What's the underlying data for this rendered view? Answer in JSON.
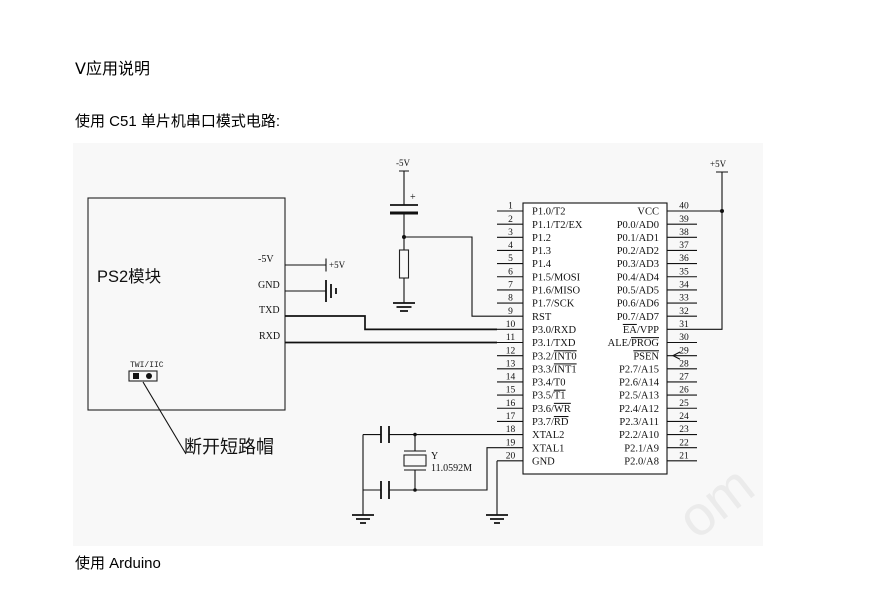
{
  "document": {
    "heading": "Ⅴ应用说明",
    "intro": "使用 C51 单片机串口模式电路:",
    "next_section": "使用 Arduino"
  },
  "schematic": {
    "ps2_module": {
      "title": "PS2模块",
      "pin_labels": {
        "power": "-5V",
        "ground": "GND",
        "tx": "TXD",
        "rx": "RXD"
      },
      "supply_label": "+5V",
      "jumper_label": "TWI/IIC",
      "jumper_note": "断开短路帽"
    },
    "reset_circuit": {
      "supply_label": "-5V",
      "capacitor_polarity": "+"
    },
    "mcu_supply_label": "+5V",
    "crystal": {
      "ref": "Y",
      "value": "11.0592M"
    },
    "mcu": {
      "left_pins": [
        {
          "num": "1",
          "text": "P1.0/T2"
        },
        {
          "num": "2",
          "text": "P1.1/T2/EX"
        },
        {
          "num": "3",
          "text": "P1.2"
        },
        {
          "num": "4",
          "text": "P1.3"
        },
        {
          "num": "5",
          "text": "P1.4"
        },
        {
          "num": "6",
          "text": "P1.5/MOSI"
        },
        {
          "num": "7",
          "text": "P1.6/MISO"
        },
        {
          "num": "8",
          "text": "P1.7/SCK"
        },
        {
          "num": "9",
          "text": "RST"
        },
        {
          "num": "10",
          "text": "P3.0/RXD"
        },
        {
          "num": "11",
          "text": "P3.1/TXD"
        },
        {
          "num": "12",
          "text": "P3.2/",
          "overbar": "INT0"
        },
        {
          "num": "13",
          "text": "P3.3/",
          "overbar": "INT1"
        },
        {
          "num": "14",
          "text": "P3.4/T0"
        },
        {
          "num": "15",
          "text": "P3.5/",
          "overbar": "T1"
        },
        {
          "num": "16",
          "text": "P3.6/",
          "overbar": "WR"
        },
        {
          "num": "17",
          "text": "P3.7/",
          "overbar": "RD"
        },
        {
          "num": "18",
          "text": "XTAL2"
        },
        {
          "num": "19",
          "text": "XTAL1"
        },
        {
          "num": "20",
          "text": "GND"
        }
      ],
      "right_pins": [
        {
          "num": "40",
          "text": "VCC"
        },
        {
          "num": "39",
          "text": "P0.0/AD0"
        },
        {
          "num": "38",
          "text": "P0.1/AD1"
        },
        {
          "num": "37",
          "text": "P0.2/AD2"
        },
        {
          "num": "36",
          "text": "P0.3/AD3"
        },
        {
          "num": "35",
          "text": "P0.4/AD4"
        },
        {
          "num": "34",
          "text": "P0.5/AD5"
        },
        {
          "num": "33",
          "text": "P0.6/AD6"
        },
        {
          "num": "32",
          "text": "P0.7/AD7"
        },
        {
          "num": "31",
          "overbar": "EA",
          "after": "/VPP"
        },
        {
          "num": "30",
          "text": "ALE/",
          "overbar": "PROG"
        },
        {
          "num": "29",
          "overbar": "PSEN"
        },
        {
          "num": "28",
          "text": "P2.7/A15"
        },
        {
          "num": "27",
          "text": "P2.6/A14"
        },
        {
          "num": "26",
          "text": "P2.5/A13"
        },
        {
          "num": "25",
          "text": "P2.4/A12"
        },
        {
          "num": "24",
          "text": "P2.3/A11"
        },
        {
          "num": "23",
          "text": "P2.2/A10"
        },
        {
          "num": "22",
          "text": "P2.1/A9"
        },
        {
          "num": "21",
          "text": "P2.0/A8"
        }
      ]
    },
    "watermark": "om"
  }
}
